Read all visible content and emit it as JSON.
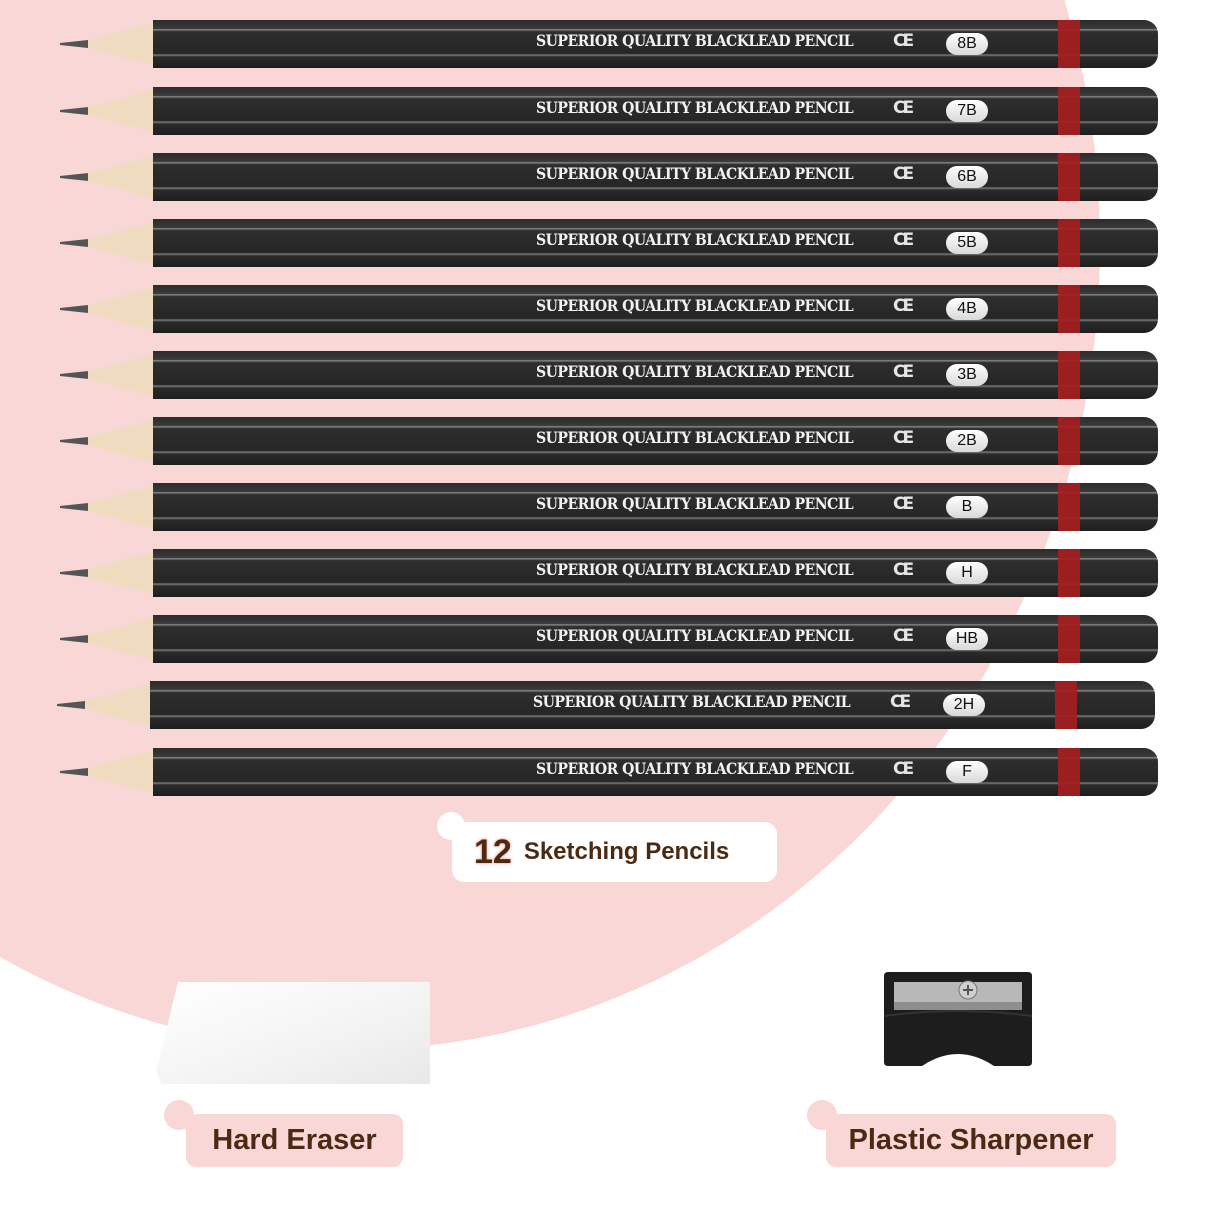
{
  "pencils": [
    {
      "brand_text": "SUPERIOR QUALITY BLACKLEAD PENCIL",
      "mark": "CE",
      "grade": "8B"
    },
    {
      "brand_text": "SUPERIOR QUALITY BLACKLEAD PENCIL",
      "mark": "CE",
      "grade": "7B"
    },
    {
      "brand_text": "SUPERIOR QUALITY BLACKLEAD PENCIL",
      "mark": "CE",
      "grade": "6B"
    },
    {
      "brand_text": "SUPERIOR QUALITY BLACKLEAD PENCIL",
      "mark": "CE",
      "grade": "5B"
    },
    {
      "brand_text": "SUPERIOR QUALITY BLACKLEAD PENCIL",
      "mark": "CE",
      "grade": "4B"
    },
    {
      "brand_text": "SUPERIOR QUALITY BLACKLEAD PENCIL",
      "mark": "CE",
      "grade": "3B"
    },
    {
      "brand_text": "SUPERIOR QUALITY BLACKLEAD PENCIL",
      "mark": "CE",
      "grade": "2B"
    },
    {
      "brand_text": "SUPERIOR QUALITY BLACKLEAD PENCIL",
      "mark": "CE",
      "grade": "B"
    },
    {
      "brand_text": "SUPERIOR QUALITY BLACKLEAD PENCIL",
      "mark": "CE",
      "grade": "H"
    },
    {
      "brand_text": "SUPERIOR QUALITY BLACKLEAD PENCIL",
      "mark": "CE",
      "grade": "HB"
    },
    {
      "brand_text": "SUPERIOR QUALITY BLACKLEAD PENCIL",
      "mark": "CE",
      "grade": "2H"
    },
    {
      "brand_text": "SUPERIOR QUALITY BLACKLEAD PENCIL",
      "mark": "CE",
      "grade": "F"
    }
  ],
  "pencils_caption": {
    "count": "12",
    "label": "Sketching Pencils"
  },
  "eraser_caption": "Hard Eraser",
  "sharpener_caption": "Plastic Sharpener",
  "colors": {
    "background_blob": "#fad7d7",
    "caption_text": "#4a2a12",
    "pencil_band": "#a51d1f",
    "pencil_body": "#2a2a2a"
  }
}
